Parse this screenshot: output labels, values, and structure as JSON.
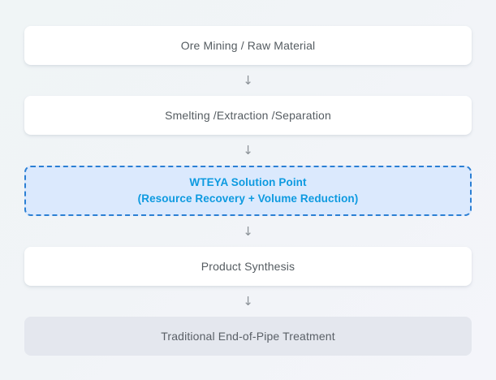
{
  "diagram": {
    "type": "vertical-process-flow",
    "background_gradient_from": "#f0f5f6",
    "background_gradient_to": "#f4f5fa",
    "arrow_glyph": "↓",
    "steps": [
      {
        "id": "ore-mining",
        "label": "Ore Mining / Raw Material",
        "style": "plain",
        "fill": "#ffffff",
        "text_color": "#555c61"
      },
      {
        "id": "smelting",
        "label": "Smelting /Extraction /Separation",
        "style": "plain",
        "fill": "#ffffff",
        "text_color": "#555c61"
      },
      {
        "id": "wteya-solution-point",
        "style": "highlight",
        "line1": "WTEYA Solution Point",
        "line2": "(Resource Recovery + Volume Reduction)",
        "fill": "#dbe9fd",
        "border_color": "#2b7fd4",
        "text_color": "#0d9ae0"
      },
      {
        "id": "product-synthesis",
        "label": "Product Synthesis",
        "style": "plain",
        "fill": "#ffffff",
        "text_color": "#555c61"
      },
      {
        "id": "traditional-treatment",
        "label": "Traditional End-of-Pipe Treatment",
        "style": "muted",
        "fill": "#e4e7ee",
        "text_color": "#5a6067"
      }
    ]
  }
}
